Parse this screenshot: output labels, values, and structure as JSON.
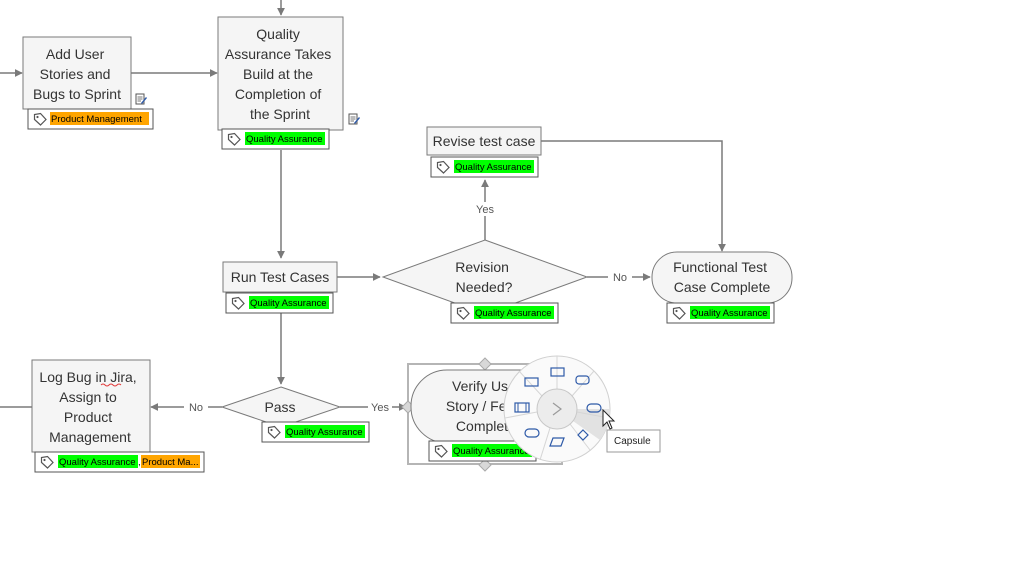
{
  "nodes": {
    "add_user": [
      "Add User",
      "Stories and",
      "Bugs to Sprint"
    ],
    "qa_takes": [
      "Quality",
      "Assurance Takes",
      "Build at the",
      "Completion of",
      "the Sprint"
    ],
    "revise": [
      "Revise test case"
    ],
    "run_tests": [
      "Run Test Cases"
    ],
    "revision": [
      "Revision",
      "Needed?"
    ],
    "functional": [
      "Functional Test",
      "Case Complete"
    ],
    "log_bug": [
      "Log Bug in Jira,",
      "Assign to",
      "Product",
      "Management"
    ],
    "pass": [
      "Pass"
    ],
    "verify": [
      "Verify Us",
      "Story / Fea",
      "Complet"
    ]
  },
  "tags": {
    "product_management": "Product Management",
    "quality_assurance": "Quality Assurance",
    "product_ma_truncated": "Product Ma..."
  },
  "connectors": {
    "yes": "Yes",
    "no": "No"
  },
  "tooltip": "Capsule",
  "colors": {
    "qa_tag": "#00ff00",
    "pm_tag": "#ffa500",
    "line": "#7a7a7a",
    "shape_fill": "#f5f5f5",
    "icon_blue": "#2e5aa8"
  },
  "icons": {
    "note": "note-icon",
    "tag": "tag-icon",
    "cursor": "mouse-cursor-icon"
  },
  "shape_menu": [
    "process-shape-icon",
    "capsule-shape-icon",
    "decision-shape-icon",
    "data-shape-icon",
    "terminator-shape-icon",
    "subprocess-shape-icon",
    "document-shape-icon"
  ]
}
